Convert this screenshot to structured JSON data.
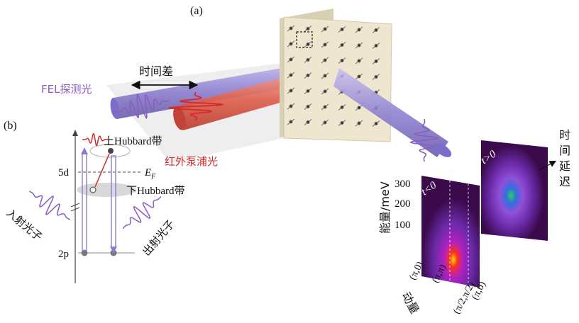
{
  "panel_a_label": "(a)",
  "panel_b_label": "(b)",
  "time_difference_label": "时间差",
  "fel_probe_label": "FEL探测光",
  "ir_pump_label": "红外泵浦光",
  "upper_hubbard_label": "上Hubbard带",
  "lower_hubbard_label": "下Hubbard带",
  "level_5d_label": "5d",
  "level_2p_label": "2p",
  "fermi_label": "E",
  "fermi_sub": "F",
  "incident_photon_label": "入射光子",
  "outgoing_photon_label": "出射光子",
  "energy_axis_label": "能量/meV",
  "energy_ticks": [
    "300",
    "200",
    "100"
  ],
  "momentum_axis_label": "动量",
  "momentum_ticks": [
    "(π,0)",
    "(π,π)",
    "(π/2,π/2)",
    "(π,0)"
  ],
  "t_before_label": "t<0",
  "t_after_label": "t>0",
  "time_delay_label": [
    "时",
    "间",
    "延",
    "迟"
  ],
  "colors": {
    "fel_beam": "#9b8fd6",
    "ir_beam": "#e0604d",
    "label_purple": "#8a5cc0",
    "label_red": "#d42a2a",
    "sample": "#efe6cf",
    "map_bg": "#3a0a4a"
  }
}
